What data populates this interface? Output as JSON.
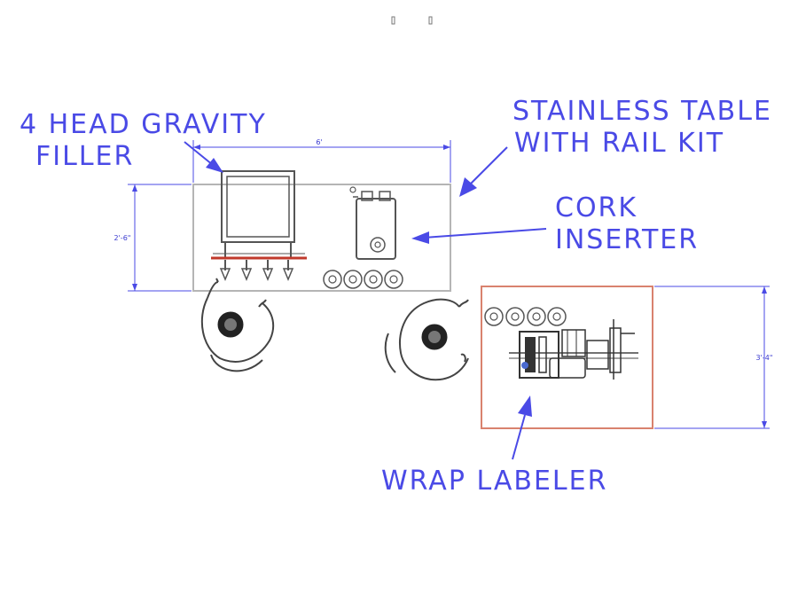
{
  "labels": {
    "filler_line1": "4 HEAD GRAVITY",
    "filler_line2": "FILLER",
    "table_line1": "STAINLESS TABLE",
    "table_line2": "WITH RAIL KIT",
    "cork_line1": "CORK",
    "cork_line2": "INSERTER",
    "labeler": "WRAP LABELER"
  },
  "dimensions": {
    "table_length": "6'",
    "table_depth": "2'-6\"",
    "labeler_depth": "3'-4\""
  },
  "colors": {
    "annotation": "#4a4ae6",
    "table_outline": "#9a9a9a",
    "labeler_outline": "#d9826e",
    "rail": "#c0392b"
  }
}
